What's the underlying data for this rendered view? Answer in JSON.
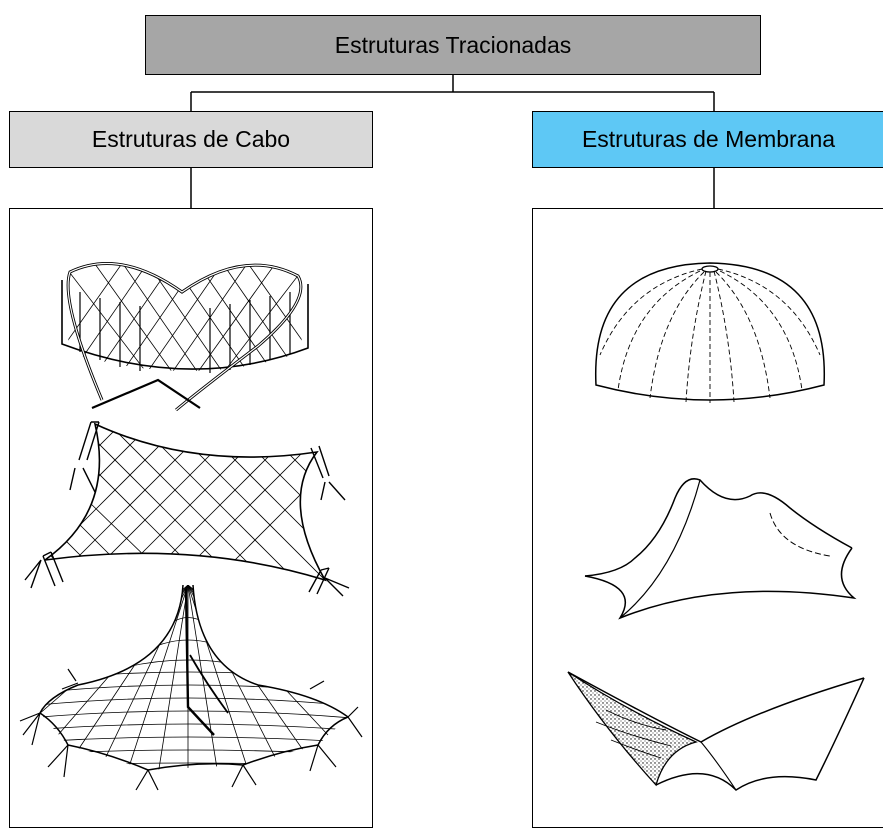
{
  "root": {
    "label": "Estruturas Tracionadas",
    "fill": "#a6a6a6"
  },
  "branches": [
    {
      "label": "Estruturas de Cabo",
      "fill": "#d9d9d9",
      "illustrations": [
        "cable-net-saddle-ring-icon",
        "cable-net-four-point-icon",
        "cable-net-mast-tent-icon"
      ]
    },
    {
      "label": "Estruturas de Membrana",
      "fill": "#5ec8f5",
      "illustrations": [
        "pneumatic-dome-icon",
        "membrane-double-peak-icon",
        "membrane-hypar-sail-icon"
      ]
    }
  ]
}
